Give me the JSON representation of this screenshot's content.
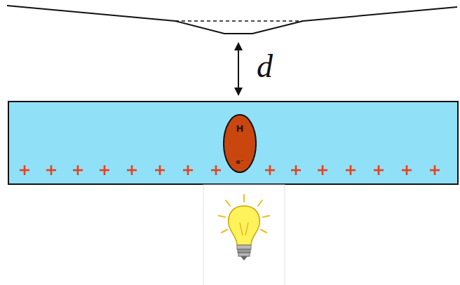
{
  "diagram": {
    "nodes": [
      {
        "text": [
          "H",
          "e⁻"
        ]
      }
    ],
    "labels": [
      "d"
    ]
  }
}
